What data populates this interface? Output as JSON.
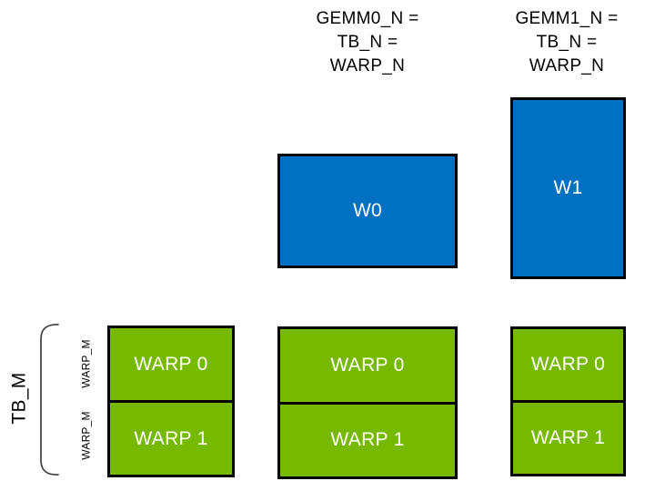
{
  "colors": {
    "blue": "#0070c0",
    "green": "#76b900",
    "outline": "#000000",
    "label_text": "#000000",
    "box_text": "#ffffff",
    "bracket": "#3f3f3f"
  },
  "column_headers": [
    {
      "lines": [
        "GEMM0_N =",
        "TB_N =",
        "WARP_N"
      ]
    },
    {
      "lines": [
        "GEMM1_N =",
        "TB_N =",
        "WARP_N"
      ]
    }
  ],
  "warp_tiles": [
    {
      "label": "W0"
    },
    {
      "label": "W1"
    }
  ],
  "threadblock_tiles": [
    {
      "warps": [
        "WARP 0",
        "WARP 1"
      ]
    },
    {
      "warps": [
        "WARP 0",
        "WARP 1"
      ]
    },
    {
      "warps": [
        "WARP 0",
        "WARP 1"
      ]
    }
  ],
  "row_labels": {
    "tb_m": "TB_M",
    "warp_m_top": "WARP_M",
    "warp_m_bottom": "WARP_M"
  }
}
